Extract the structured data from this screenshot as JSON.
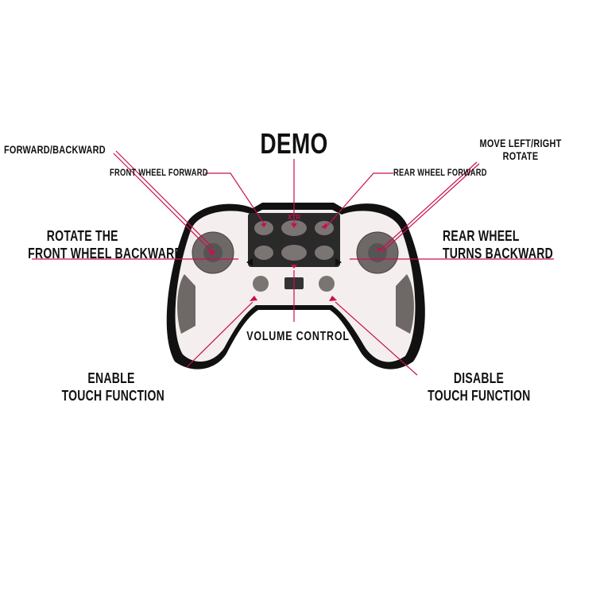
{
  "colors": {
    "accent": "#c8104f",
    "body": "#f4eeee",
    "outline": "#111111",
    "grey": "#6e6866"
  },
  "labels": {
    "demo": "DEMO",
    "forward_backward": "FORWARD/BACKWARD",
    "front_wheel_forward": "FRONT WHEEL FORWARD",
    "move_left_right": [
      "MOVE LEFT/RIGHT",
      "ROTATE"
    ],
    "rear_wheel_forward": "REAR WHEEL FORWARD",
    "rotate_front_backward": [
      "ROTATE THE",
      "FRONT WHEEL BACKWARD"
    ],
    "rear_wheel_backward": [
      "REAR WHEEL",
      "TURNS BACKWARD"
    ],
    "volume_control": "VOLUME CONTROL",
    "enable_touch": [
      "ENABLE",
      "TOUCH FUNCTION"
    ],
    "disable_touch": [
      "DISABLE",
      "TOUCH FUNCTION"
    ]
  },
  "logo": "XTR"
}
